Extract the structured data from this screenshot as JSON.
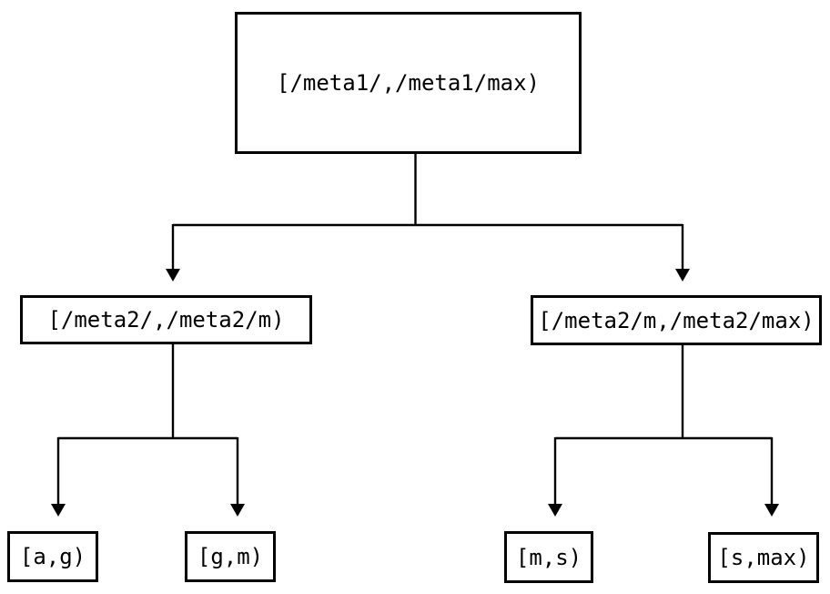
{
  "diagram": {
    "type": "tree",
    "root": {
      "label": "[/meta1/,/meta1/max)"
    },
    "children": [
      {
        "label": "[/meta2/,/meta2/m)"
      },
      {
        "label": "[/meta2/m,/meta2/max)"
      }
    ],
    "leaves": [
      {
        "label": "[a,g)"
      },
      {
        "label": "[g,m)"
      },
      {
        "label": "[m,s)"
      },
      {
        "label": "[s,max)"
      }
    ],
    "colors": {
      "line": "#000000",
      "box_border": "#000000",
      "text": "#000000",
      "background": "#ffffff"
    }
  }
}
